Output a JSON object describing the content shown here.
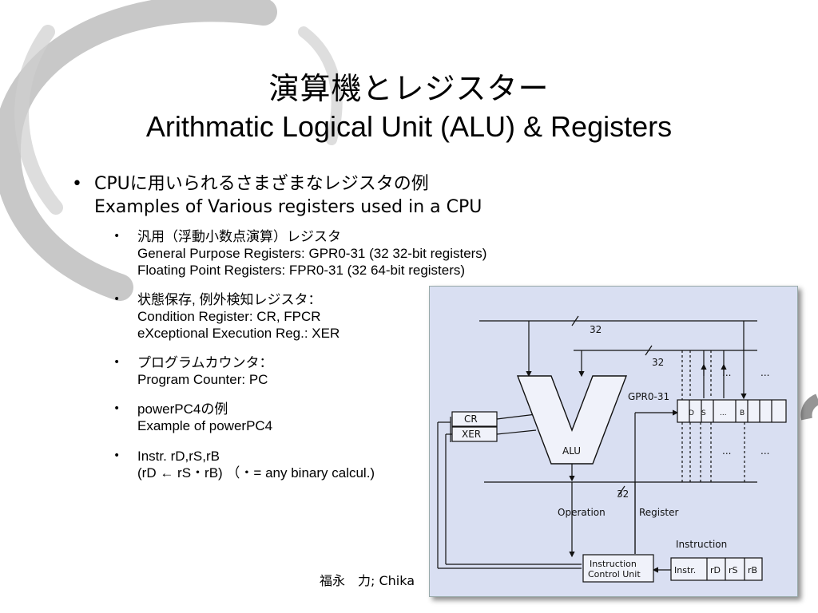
{
  "title": {
    "jp": "演算機とレジスター",
    "en": "Arithmatic Logical Unit (ALU) & Registers"
  },
  "bullet_main": {
    "jp": "CPUに用いられるさまざまなレジスタの例",
    "en": "Examples of Various registers used in a CPU"
  },
  "sub_bullets": [
    {
      "line1": "汎用（浮動小数点演算）レジスタ",
      "line2": "General Purpose Registers: GPR0-31 (32 32-bit registers)",
      "line3": "Floating Point Registers: FPR0-31 (32 64-bit registers)"
    },
    {
      "line1": "状態保存, 例外検知レジスタ：",
      "line2": "Condition Register: CR, FPCR",
      "line3": "eXceptional Execution Reg.: XER"
    },
    {
      "line1": "プログラムカウンタ：",
      "line2": "Program Counter: PC"
    },
    {
      "line1": "powerPC4の例",
      "line2": "Example of powerPC4"
    },
    {
      "line1": "Instr. rD,rS,rB",
      "line2": "(rD ← rS・rB) （・= any binary calcul.)"
    }
  ],
  "footer": "福永　力; Chika",
  "diagram": {
    "label_32_top": "32",
    "label_32_mid": "32",
    "label_32_low": "32",
    "alu": "ALU",
    "cr": "CR",
    "xer": "XER",
    "gpr": "GPR0-31",
    "gpr_cells": [
      "D",
      "S",
      "...",
      "B"
    ],
    "dots": "...",
    "operation": "Operation",
    "register": "Register",
    "instruction": "Instruction",
    "icu_line1": "Instruction",
    "icu_line2": "Control Unit",
    "instr_fields": [
      "Instr.",
      "rD",
      "rS",
      "rB"
    ]
  }
}
